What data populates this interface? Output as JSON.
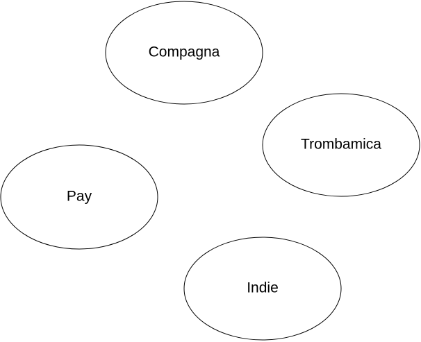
{
  "diagram": {
    "nodes": [
      {
        "id": "compagna",
        "label": "Compagna"
      },
      {
        "id": "trombamica",
        "label": "Trombamica"
      },
      {
        "id": "pay",
        "label": "Pay"
      },
      {
        "id": "indie",
        "label": "Indie"
      }
    ]
  }
}
